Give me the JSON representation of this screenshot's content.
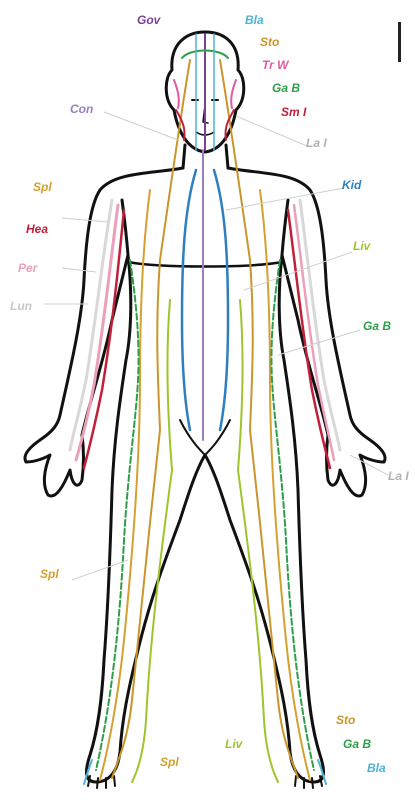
{
  "labels": {
    "gov": {
      "text": "Gov",
      "color": "#7b3fa0"
    },
    "bla_head": {
      "text": "Bla",
      "color": "#4fb3d9"
    },
    "sto_head": {
      "text": "Sto",
      "color": "#c9962b"
    },
    "trw": {
      "text": "Tr W",
      "color": "#e05aa0"
    },
    "gab_head": {
      "text": "Ga B",
      "color": "#2e9e4a"
    },
    "smi": {
      "text": "Sm I",
      "color": "#c0203a"
    },
    "lai_top": {
      "text": "La I",
      "color": "#b0b0b0"
    },
    "con": {
      "text": "Con",
      "color": "#9b7fc0"
    },
    "kid": {
      "text": "Kid",
      "color": "#2f7fc0"
    },
    "spl_chest": {
      "text": "Spl",
      "color": "#d4a030"
    },
    "hea": {
      "text": "Hea",
      "color": "#c0203a"
    },
    "liv_chest": {
      "text": "Liv",
      "color": "#9fc42c"
    },
    "per": {
      "text": "Per",
      "color": "#eaa0b8"
    },
    "lun": {
      "text": "Lun",
      "color": "#c8c8c8"
    },
    "gab_side": {
      "text": "Ga B",
      "color": "#2e9e4a"
    },
    "lai_hand": {
      "text": "La I",
      "color": "#b0b0b0"
    },
    "spl_leg": {
      "text": "Spl",
      "color": "#d4a030"
    },
    "sto_foot": {
      "text": "Sto",
      "color": "#c9962b"
    },
    "gab_foot": {
      "text": "Ga B",
      "color": "#2e9e4a"
    },
    "bla_foot": {
      "text": "Bla",
      "color": "#4fb3d9"
    },
    "liv_foot": {
      "text": "Liv",
      "color": "#9fc42c"
    },
    "spl_foot": {
      "text": "Spl",
      "color": "#d4a030"
    }
  }
}
